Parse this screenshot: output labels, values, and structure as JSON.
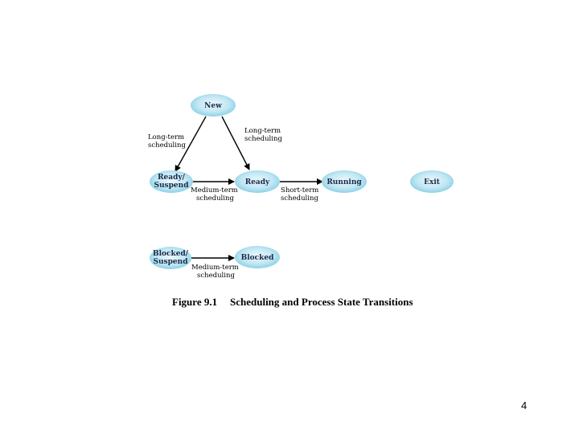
{
  "nodes": {
    "new": [
      "New"
    ],
    "ready_suspend": [
      "Ready/",
      "Suspend"
    ],
    "ready": [
      "Ready"
    ],
    "running": [
      "Running"
    ],
    "exit": [
      "Exit"
    ],
    "blocked_suspend": [
      "Blocked/",
      "Suspend"
    ],
    "blocked": [
      "Blocked"
    ]
  },
  "edge_labels": {
    "long_term_left": [
      "Long-term",
      "scheduling"
    ],
    "long_term_right": [
      "Long-term",
      "scheduling"
    ],
    "medium_term_top": [
      "Medium-term",
      "scheduling"
    ],
    "short_term": [
      "Short-term",
      "scheduling"
    ],
    "medium_term_bottom": [
      "Medium-term",
      "scheduling"
    ]
  },
  "caption": {
    "figure": "Figure 9.1",
    "title": "Scheduling and Process State Transitions"
  },
  "page_number": "4",
  "colors": {
    "node_center": "#e8f7fc",
    "node_edge": "#7fcbe3",
    "arrow": "#000000"
  }
}
